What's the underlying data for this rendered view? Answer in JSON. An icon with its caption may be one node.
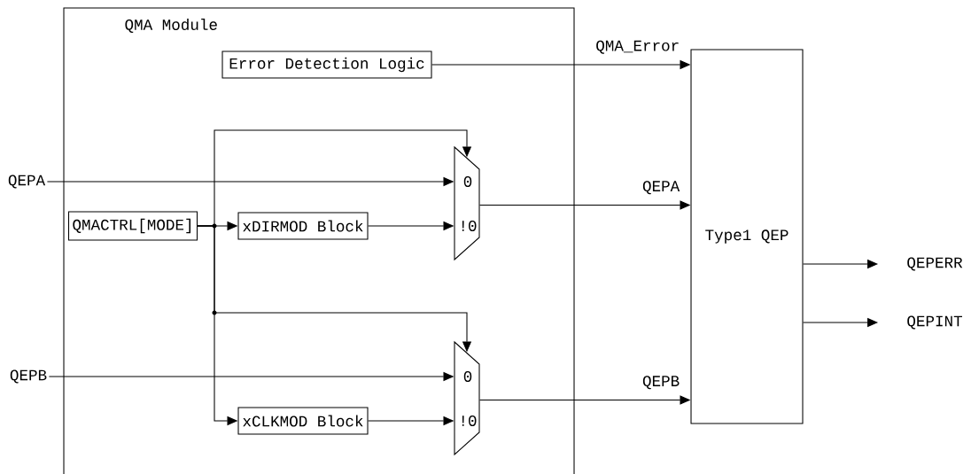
{
  "diagram": {
    "nodes": [
      {
        "text": [
          "QMA Module"
        ]
      },
      {
        "text": [
          "QEPA"
        ]
      },
      {
        "text": [
          "QEPB"
        ]
      },
      {
        "text": [
          "QMACTRL[MODE]"
        ],
        "in": 0
      },
      {
        "text": [
          "Error Detection Logic"
        ],
        "in": 0
      },
      {
        "text": [
          "xDIRMOD Block"
        ],
        "in": 0
      },
      {
        "text": [
          "xCLKMOD Block"
        ],
        "in": 0
      },
      {
        "text": [
          "0",
          "!0"
        ],
        "in": 0
      },
      {
        "text": [
          "0",
          "!0"
        ],
        "in": 0
      },
      {
        "text": [
          "Type1 QEP"
        ]
      },
      {
        "text": [
          "QEPERR"
        ]
      },
      {
        "text": [
          "QEPINT"
        ]
      }
    ],
    "edges": [
      {
        "from": 1,
        "to": 7,
        "arrow": "to"
      },
      {
        "from": 3,
        "to": 5,
        "arrow": "to"
      },
      {
        "from": 5,
        "to": 7,
        "arrow": "to"
      },
      {
        "from": 3,
        "to": 7,
        "arrow": "to"
      },
      {
        "from": 3,
        "to": 8,
        "arrow": "to"
      },
      {
        "from": 3,
        "to": 6,
        "arrow": "to"
      },
      {
        "from": 2,
        "to": 8,
        "arrow": "to"
      },
      {
        "from": 6,
        "to": 8,
        "arrow": "to"
      },
      {
        "from": 4,
        "to": 9,
        "arrow": "to",
        "label": "QMA_Error"
      },
      {
        "from": 7,
        "to": 9,
        "arrow": "to",
        "label": "QEPA"
      },
      {
        "from": 8,
        "to": 9,
        "arrow": "to",
        "label": "QEPB"
      },
      {
        "from": 9,
        "to": 10,
        "arrow": "to"
      },
      {
        "from": 9,
        "to": 11,
        "arrow": "to"
      }
    ]
  }
}
